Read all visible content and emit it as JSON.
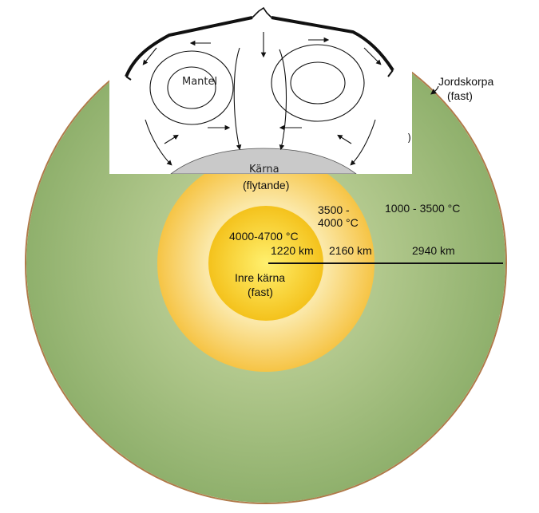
{
  "labels": {
    "crust": "Jordskorpa",
    "crust_state": "(fast)",
    "mantle": "Mantel",
    "core_handwritten": "Kärna",
    "outer_core_state": "(flytande)",
    "outer_core_temp_line1": "3500 -",
    "outer_core_temp_line2": "4000 °C",
    "mantle_temp": "1000 - 3500 °C",
    "inner_core_temp": "4000-4700 °C",
    "inner_core_name": "Inre kärna",
    "inner_core_state": "(fast)"
  },
  "radius_labels": {
    "inner_core": "1220 km",
    "outer_core": "2160 km",
    "mantle": "2940 km"
  },
  "colors": {
    "mantle_edge": "#8fb06c",
    "mantle_inner": "#b3c98e",
    "outer_core_edge": "#f6c445",
    "outer_core_inner": "#fbe8a8",
    "inner_core_edge": "#f4c21c",
    "inner_core_center": "#fff06e",
    "crust_line": "#b07a4a",
    "grey_core": "#c9c9c9"
  }
}
